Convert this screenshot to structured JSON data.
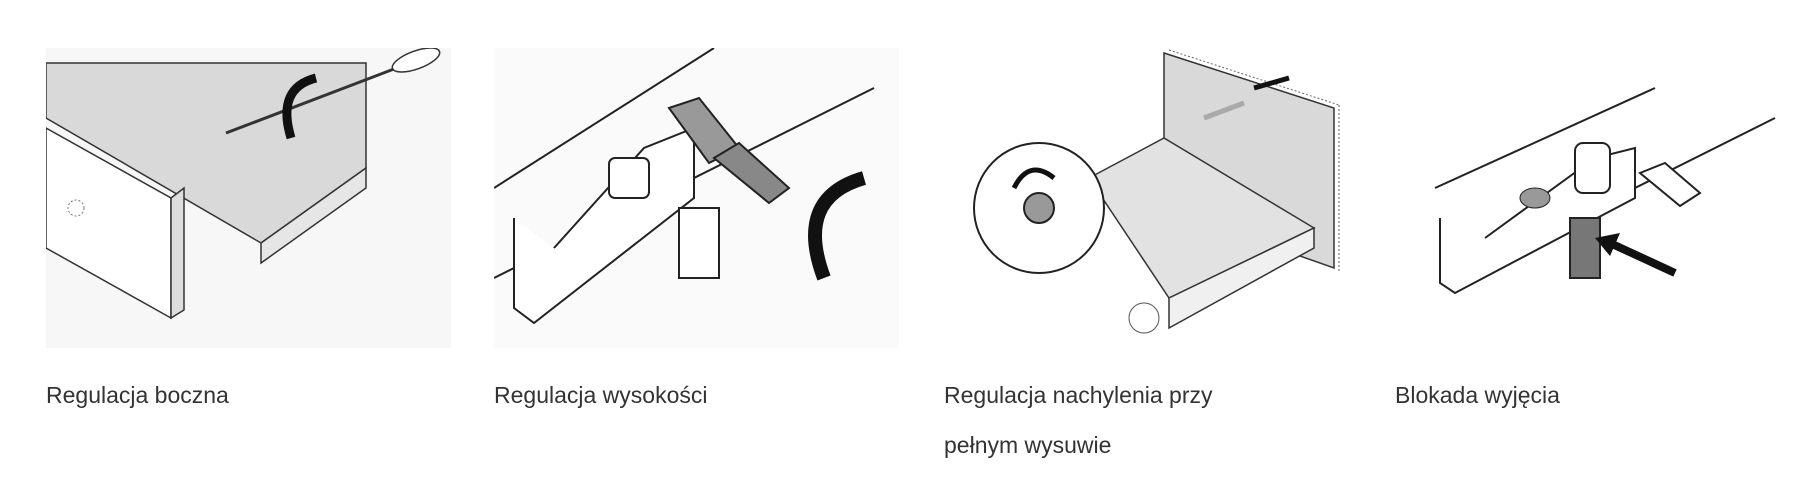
{
  "features": [
    {
      "caption": "Regulacja boczna",
      "illustration": "side-adjustment-illustration"
    },
    {
      "caption": "Regulacja wysokości",
      "illustration": "height-adjustment-illustration"
    },
    {
      "caption": "Regulacja nachylenia przy pełnym wysuwie",
      "illustration": "tilt-adjustment-illustration"
    },
    {
      "caption": "Blokada wyjęcia",
      "illustration": "removal-lock-illustration"
    }
  ]
}
